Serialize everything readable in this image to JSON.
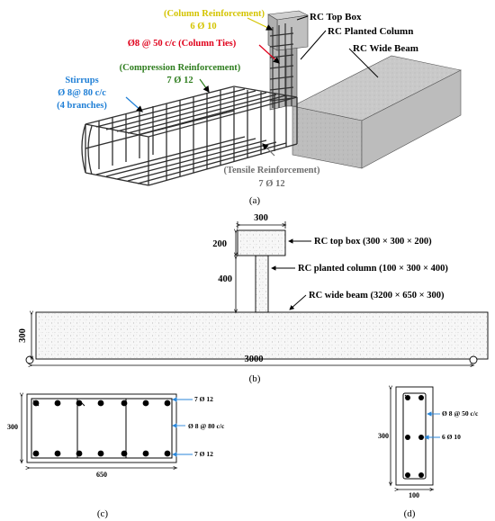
{
  "panel_a": {
    "caption": "(a)",
    "column_reinforcement_title": "(Column Reinforcement)",
    "column_reinforcement_value": "6 Ø 10",
    "column_ties": "Ø8 @ 50 c/c (Column Ties)",
    "compression_title": "(Compression Reinforcement)",
    "compression_value": "7 Ø 12",
    "stirrups_line1": "Stirrups",
    "stirrups_line2": "Ø 8@ 80 c/c",
    "stirrups_line3": "(4 branches)",
    "tensile_title": "(Tensile Reinforcement)",
    "tensile_value": "7 Ø 12",
    "rc_top_box": "RC Top Box",
    "rc_planted_column": "RC Planted Column",
    "rc_wide_beam": "RC Wide Beam"
  },
  "panel_b": {
    "caption": "(b)",
    "dim_top_width": "300",
    "dim_box_height": "200",
    "dim_column_height": "400",
    "dim_beam_depth": "300",
    "dim_span": "3000",
    "label_top_box": "RC top box (300 × 300 × 200)",
    "label_column": "RC planted column (100 × 300 × 400)",
    "label_beam": "RC wide beam (3200 × 650 × 300)"
  },
  "panel_c": {
    "caption": "(c)",
    "dim_height": "300",
    "dim_width": "650",
    "top_bars": "7 Ø 12",
    "stirrups": "Ø 8 @ 80 c/c",
    "bottom_bars": "7 Ø 12"
  },
  "panel_d": {
    "caption": "(d)",
    "dim_height": "300",
    "dim_width": "100",
    "ties": "Ø 8 @ 50 c/c",
    "bars": "6 Ø 10"
  },
  "colors": {
    "yellow_label": "#d4c400",
    "red_label": "#e0001b",
    "green_label": "#2e7d1e",
    "blue_label": "#1f7fd6",
    "grey_label": "#6e6e6e",
    "arrow_blue": "#2a86d8"
  }
}
